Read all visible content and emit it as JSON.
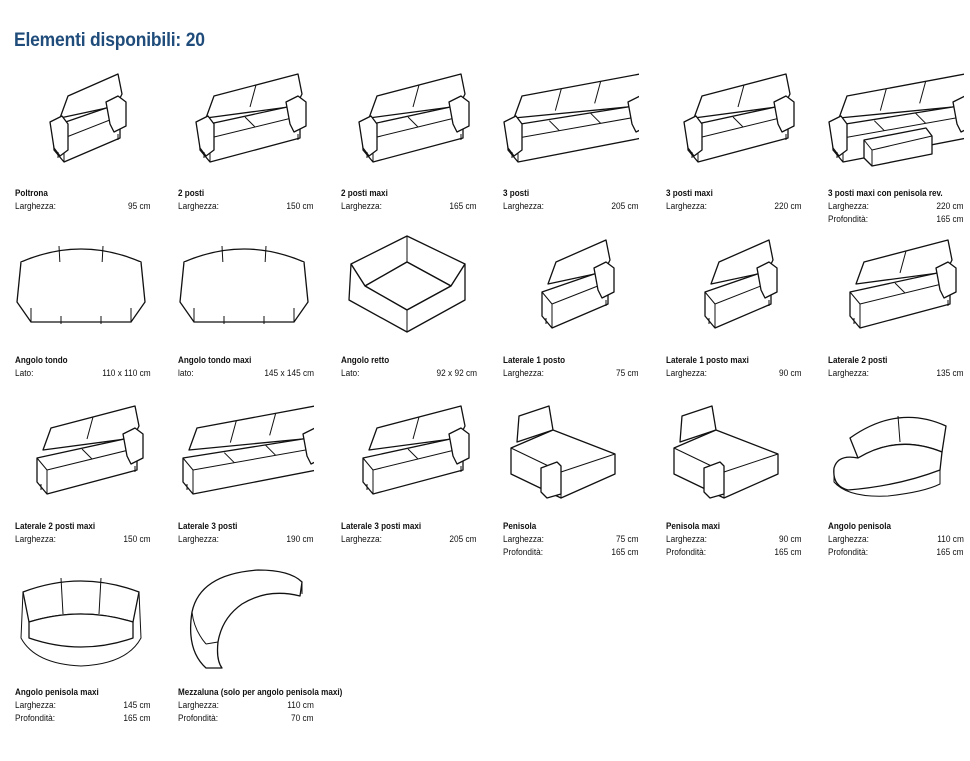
{
  "title": "Elementi disponibili: 20",
  "items": [
    {
      "name": "Poltrona",
      "shape": "armchair",
      "rows": [
        {
          "label": "Larghezza:",
          "value": "95 cm"
        }
      ]
    },
    {
      "name": "2 posti",
      "shape": "sofa2",
      "rows": [
        {
          "label": "Larghezza:",
          "value": "150 cm"
        }
      ]
    },
    {
      "name": "2 posti maxi",
      "shape": "sofa2",
      "rows": [
        {
          "label": "Larghezza:",
          "value": "165 cm"
        }
      ]
    },
    {
      "name": "3 posti",
      "shape": "sofa3",
      "rows": [
        {
          "label": "Larghezza:",
          "value": "205 cm"
        }
      ]
    },
    {
      "name": "3 posti maxi",
      "shape": "sofa2",
      "rows": [
        {
          "label": "Larghezza:",
          "value": "220 cm"
        }
      ]
    },
    {
      "name": "3 posti maxi con penisola rev.",
      "shape": "sofa-chaise",
      "rows": [
        {
          "label": "Larghezza:",
          "value": "220 cm"
        },
        {
          "label": "Profondità:",
          "value": "165 cm"
        }
      ]
    },
    {
      "name": "Angolo tondo",
      "shape": "round-corner",
      "rows": [
        {
          "label": "Lato:",
          "value": "110 x 110 cm"
        }
      ]
    },
    {
      "name": "Angolo tondo maxi",
      "shape": "round-corner",
      "rows": [
        {
          "label": "lato:",
          "value": "145 x 145  cm"
        }
      ]
    },
    {
      "name": "Angolo retto",
      "shape": "right-corner",
      "rows": [
        {
          "label": "Lato:",
          "value": "92 x 92 cm"
        }
      ]
    },
    {
      "name": "Laterale 1 posto",
      "shape": "side1",
      "rows": [
        {
          "label": "Larghezza:",
          "value": "75 cm"
        }
      ]
    },
    {
      "name": "Laterale 1 posto maxi",
      "shape": "side1",
      "rows": [
        {
          "label": "Larghezza:",
          "value": "90 cm"
        }
      ]
    },
    {
      "name": "Laterale 2 posti",
      "shape": "side2",
      "rows": [
        {
          "label": "Larghezza:",
          "value": "135 cm"
        }
      ]
    },
    {
      "name": "Laterale 2 posti maxi",
      "shape": "side2",
      "rows": [
        {
          "label": "Larghezza:",
          "value": "150 cm"
        }
      ]
    },
    {
      "name": "Laterale 3 posti",
      "shape": "side3",
      "rows": [
        {
          "label": "Larghezza:",
          "value": "190  cm"
        }
      ]
    },
    {
      "name": "Laterale 3 posti maxi",
      "shape": "side2",
      "rows": [
        {
          "label": "Larghezza:",
          "value": "205 cm"
        }
      ]
    },
    {
      "name": "Penisola",
      "shape": "chaise",
      "rows": [
        {
          "label": "Larghezza:",
          "value": "75 cm"
        },
        {
          "label": "Profondità:",
          "value": "165 cm"
        }
      ]
    },
    {
      "name": "Penisola maxi",
      "shape": "chaise",
      "rows": [
        {
          "label": "Larghezza:",
          "value": "90 cm"
        },
        {
          "label": "Profondità:",
          "value": "165 cm"
        }
      ]
    },
    {
      "name": "Angolo penisola",
      "shape": "corner-chaise",
      "rows": [
        {
          "label": "Larghezza:",
          "value": "110 cm"
        },
        {
          "label": "Profondità:",
          "value": "165 cm"
        }
      ]
    },
    {
      "name": "Angolo penisola maxi",
      "shape": "corner-chaise2",
      "rows": [
        {
          "label": "Larghezza:",
          "value": "145 cm"
        },
        {
          "label": "Profondità:",
          "value": "165 cm"
        }
      ]
    },
    {
      "name": "Mezzaluna (solo per angolo penisola maxi)",
      "shape": "half-moon",
      "rows": [
        {
          "label": "Larghezza:",
          "value": "110 cm"
        },
        {
          "label": "Profondità:",
          "value": "70 cm"
        }
      ]
    }
  ]
}
